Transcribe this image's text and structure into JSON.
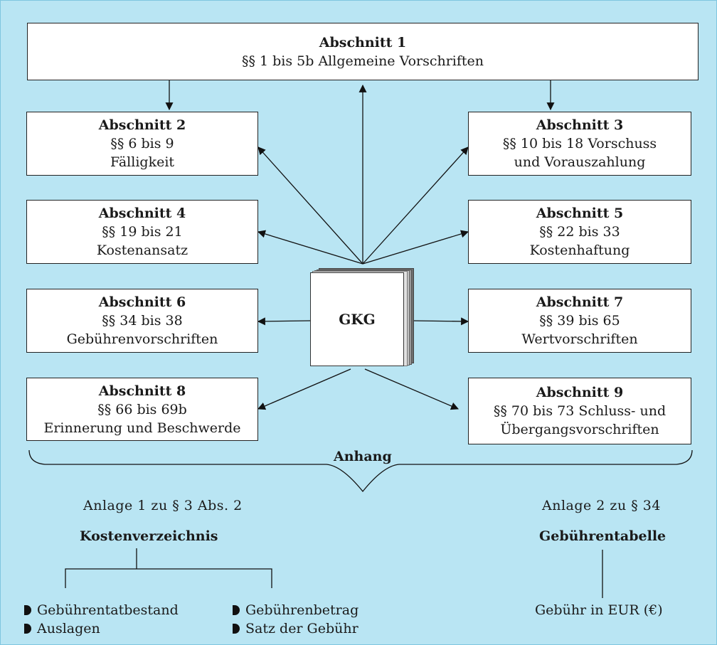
{
  "top": {
    "title": "Abschnitt 1",
    "text": "§§ 1 bis 5b Allgemeine Vorschriften"
  },
  "sections": [
    {
      "title": "Abschnitt 2",
      "line1": "§§ 6 bis 9",
      "line2": "Fälligkeit"
    },
    {
      "title": "Abschnitt 3",
      "line1": "§§ 10 bis 18 Vorschuss",
      "line2": "und Vorauszahlung"
    },
    {
      "title": "Abschnitt 4",
      "line1": "§§ 19 bis 21",
      "line2": "Kostenansatz"
    },
    {
      "title": "Abschnitt 5",
      "line1": "§§ 22 bis 33",
      "line2": "Kostenhaftung"
    },
    {
      "title": "Abschnitt 6",
      "line1": "§§ 34 bis 38",
      "line2": "Gebührenvorschriften"
    },
    {
      "title": "Abschnitt 7",
      "line1": "§§ 39 bis 65",
      "line2": "Wertvorschriften"
    },
    {
      "title": "Abschnitt 8",
      "line1": "§§ 66 bis 69b",
      "line2": "Erinnerung und Beschwerde"
    },
    {
      "title": "Abschnitt 9",
      "line1": "§§ 70 bis 73 Schluss- und",
      "line2": "Übergangsvorschriften"
    }
  ],
  "center": {
    "label": "GKG"
  },
  "anhang": "Anhang",
  "anlage1": {
    "ref": "Anlage 1 zu § 3 Abs. 2",
    "title": "Kostenverzeichnis",
    "items": [
      "Gebührentatbestand",
      "Auslagen",
      "Gebührenbetrag",
      "Satz der Gebühr"
    ]
  },
  "anlage2": {
    "ref": "Anlage 2 zu § 34",
    "title": "Gebührentabelle",
    "item": "Gebühr in EUR (€)"
  }
}
